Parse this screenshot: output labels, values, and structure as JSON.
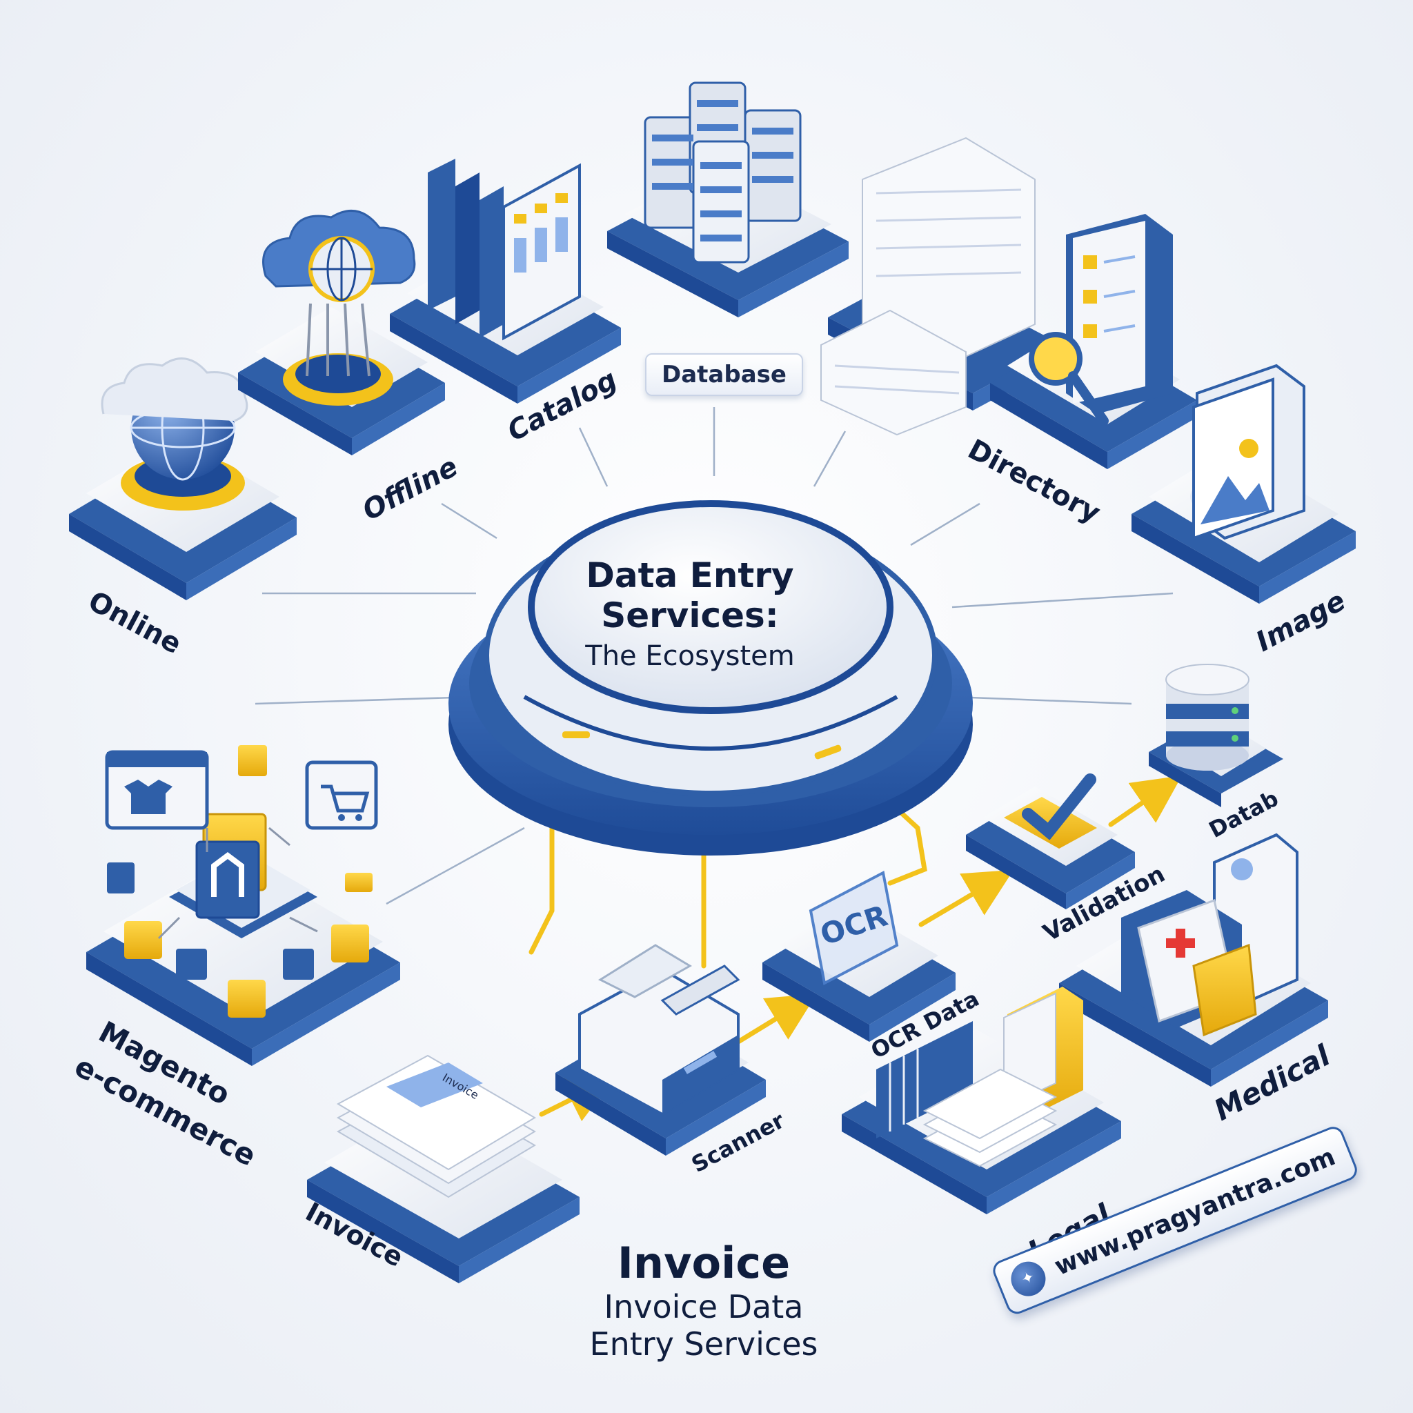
{
  "hub": {
    "title_line1": "Data Entry",
    "title_line2": "Services:",
    "subtitle": "The Ecosystem"
  },
  "nodes": {
    "online": "Online",
    "offline": "Offline",
    "catalog": "Catalog",
    "database": "Database",
    "directory": "Directory",
    "image": "Image",
    "magento_line1": "Magento",
    "magento_line2": "e-commerce",
    "invoice": "Invoice",
    "scanner": "Scanner",
    "ocr_data": "OCR Data",
    "ocr_icon": "OCR",
    "validation": "Validation",
    "datab": "Datab",
    "medical": "Medical",
    "legal": "Legal",
    "invoice_doc": "Invoice"
  },
  "footer": {
    "title": "Invoice",
    "subtitle_line1": "Invoice Data",
    "subtitle_line2": "Entry Services"
  },
  "badge": {
    "url": "www.pragyantra.com"
  },
  "colors": {
    "primary_blue": "#2f5fa8",
    "dark_blue": "#1e4a96",
    "accent_yellow": "#f3c21b",
    "platform_white": "#f4f6fa",
    "text_dark": "#0f1d3d"
  }
}
